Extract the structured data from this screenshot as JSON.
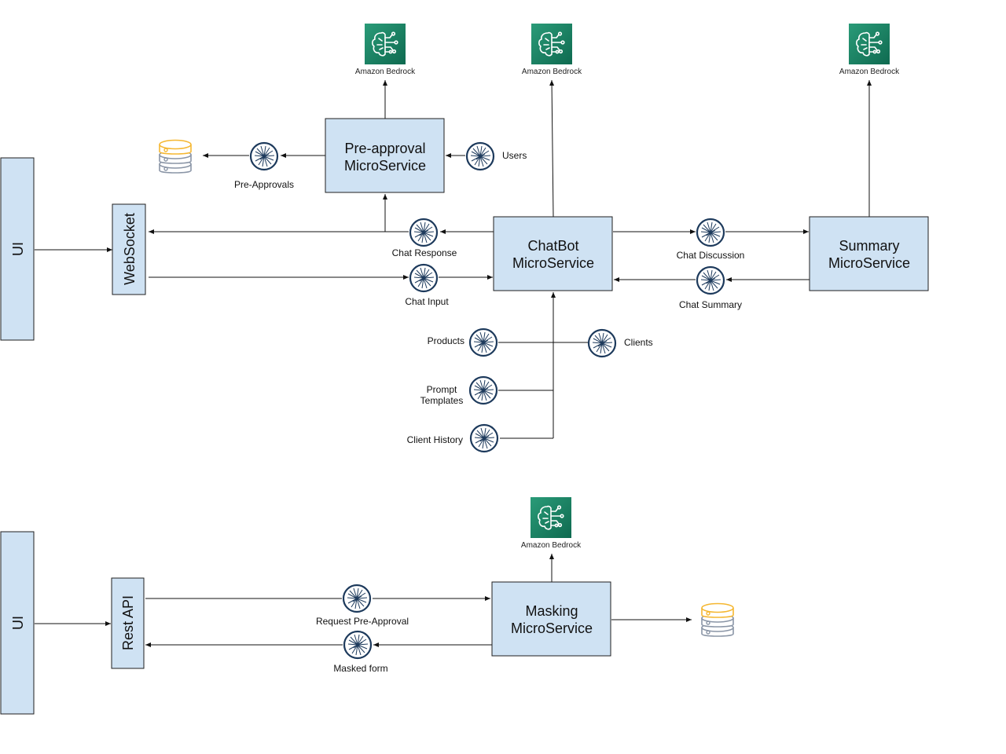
{
  "top_diagram": {
    "ui_label": "UI",
    "websocket_label": "WebSocket",
    "preapproval_service": [
      "Pre-approval",
      "MicroService"
    ],
    "chatbot_service": [
      "ChatBot",
      "MicroService"
    ],
    "summary_service": [
      "Summary",
      "MicroService"
    ],
    "bedrock_labels": [
      "Amazon Bedrock",
      "Amazon Bedrock",
      "Amazon Bedrock"
    ],
    "topics": {
      "pre_approvals": "Pre-Approvals",
      "users": "Users",
      "chat_response": "Chat Response",
      "chat_input": "Chat Input",
      "chat_discussion": "Chat Discussion",
      "chat_summary": "Chat Summary",
      "products": "Products",
      "clients": "Clients",
      "prompt_templates": [
        "Prompt",
        "Templates"
      ],
      "client_history": "Client History"
    }
  },
  "bottom_diagram": {
    "ui_label": "UI",
    "rest_api_label": "Rest API",
    "masking_service": [
      "Masking",
      "MicroService"
    ],
    "bedrock_label": "Amazon Bedrock",
    "topics": {
      "request_pre_approval": "Request Pre-Approval",
      "masked_form": "Masked form"
    }
  },
  "colors": {
    "box_fill": "#cfe2f3",
    "bedrock_green": "#1b7f62",
    "kafka_navy": "#1d3a5c",
    "db_orange": "#f5b731",
    "db_gray": "#8a95a6"
  }
}
